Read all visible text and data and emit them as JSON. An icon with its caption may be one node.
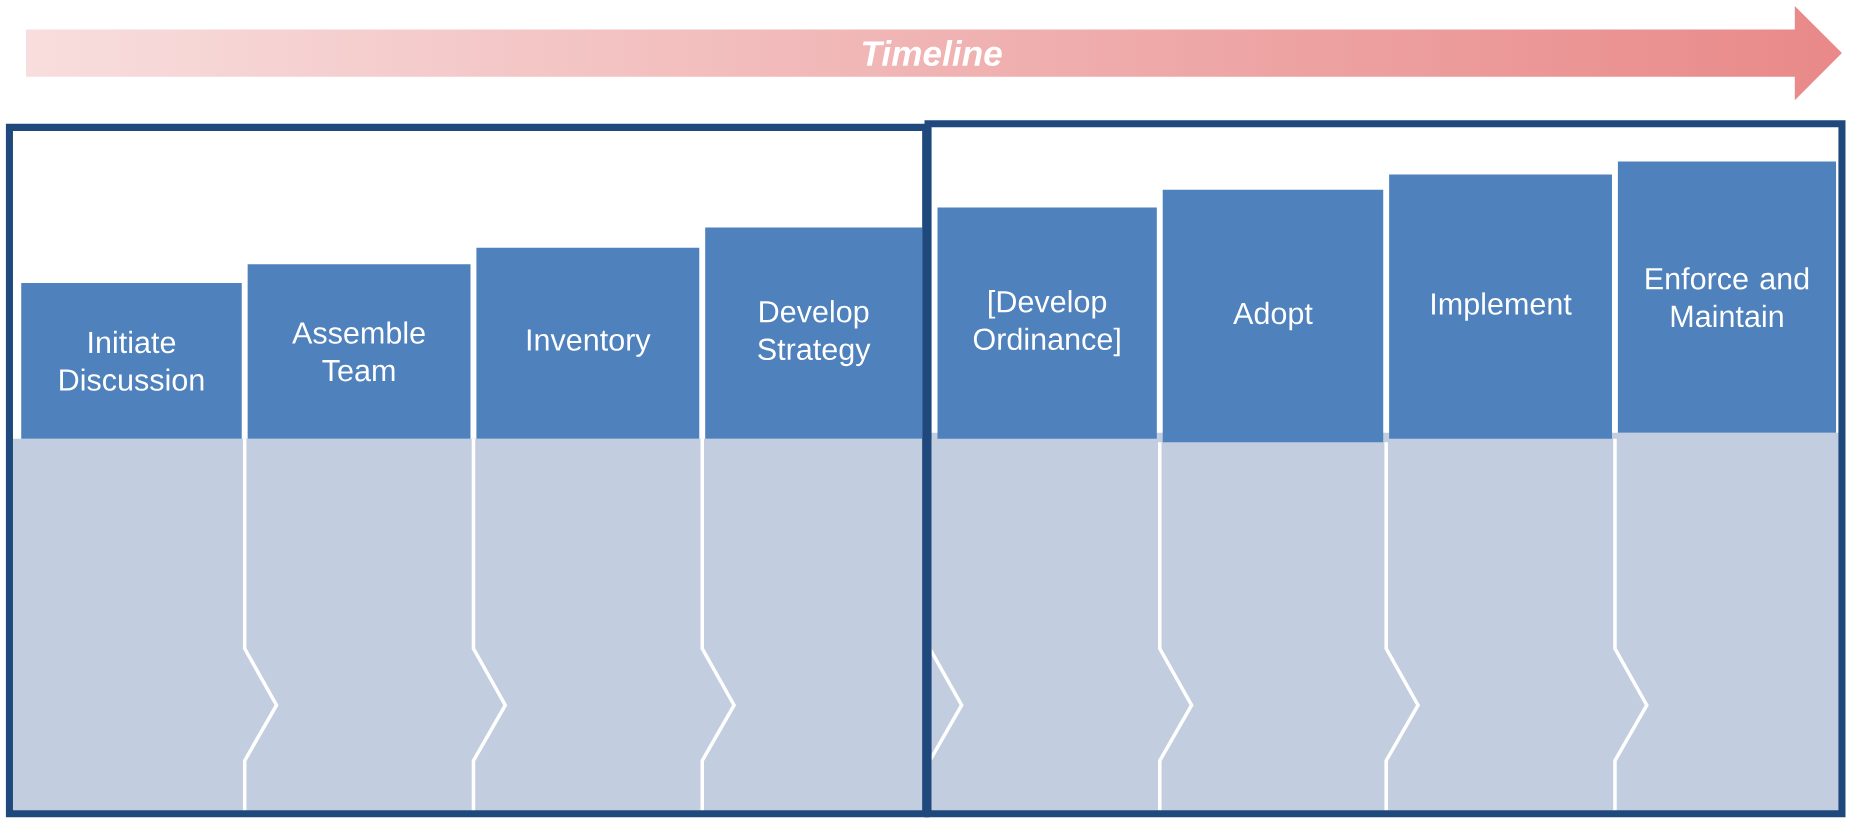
{
  "diagram": {
    "nodes": [
      {
        "text": [
          "Timeline"
        ]
      },
      {
        "text": [],
        "shape": "box"
      },
      {
        "text": [
          "Initiate Discussion"
        ],
        "in": 1
      },
      {
        "text": [
          "Assemble Team"
        ],
        "in": 1
      },
      {
        "text": [
          "Inventory"
        ],
        "in": 1
      },
      {
        "text": [
          "Develop Strategy"
        ],
        "in": 1
      },
      {
        "text": [],
        "shape": "box"
      },
      {
        "text": [
          "[Develop Ordinance]"
        ],
        "in": 6
      },
      {
        "text": [
          "Adopt"
        ],
        "in": 6
      },
      {
        "text": [
          "Implement"
        ],
        "in": 6
      },
      {
        "text": [
          "Enforce and Maintain"
        ],
        "in": 6
      }
    ]
  }
}
